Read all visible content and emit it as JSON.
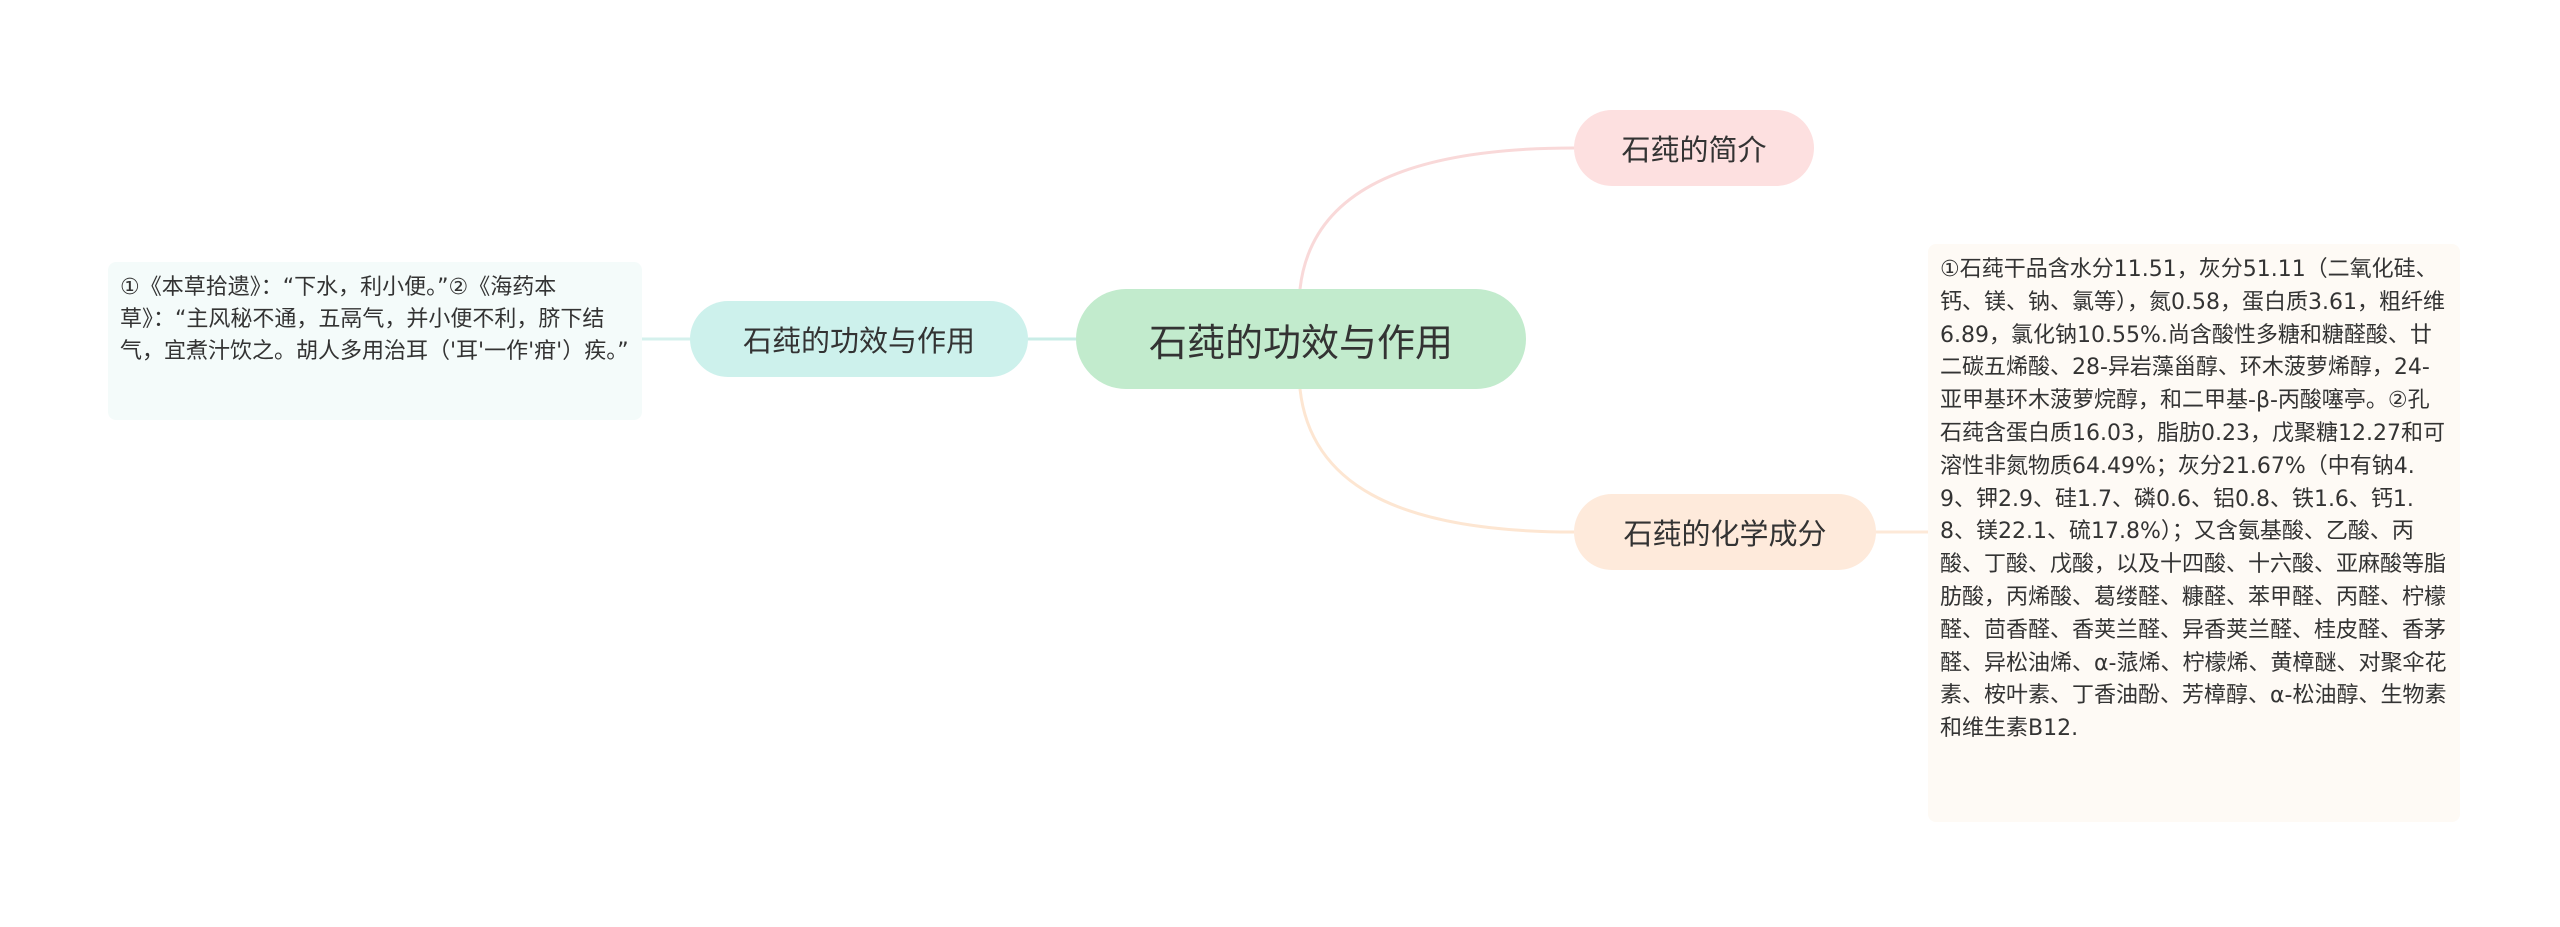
{
  "root": {
    "title": "石莼的功效与作用"
  },
  "topics": {
    "intro": "石莼的简介",
    "effect": "石莼的功效与作用",
    "chem": "石莼的化学成分"
  },
  "details": {
    "effect": "①《本草拾遗》：“下水，利小便。”②《海药本草》：“主风秘不通，五鬲气，并小便不利，脐下结气，宜煮汁饮之。胡人多用治耳（'耳'一作'疳'）疾。”",
    "chem": "①石莼干品含水分11.51，灰分51.11（二氧化硅、钙、镁、钠、氯等），氮0.58，蛋白质3.61，粗纤维6.89，氯化钠10.55%.尚含酸性多糖和糖醛酸、廿二碳五烯酸、28-异岩藻甾醇、环木菠萝烯醇，24-亚甲基环木菠萝烷醇，和二甲基-β-丙酸噻亭。②孔石莼含蛋白质16.03，脂肪0.23，戊聚糖12.27和可溶性非氮物质64.49%；灰分21.67%（中有钠4.9、钾2.9、硅1.7、磷0.6、铝0.8、铁1.6、钙1.8、镁22.1、硫17.8%）；又含氨基酸、乙酸、丙酸、丁酸、戊酸，以及十四酸、十六酸、亚麻酸等脂肪酸，丙烯酸、葛缕醛、糠醛、苯甲醛、丙醛、柠檬醛、茴香醛、香荚兰醛、异香荚兰醛、桂皮醛、香茅醛、异松油烯、α-蒎烯、柠檬烯、黄樟醚、对聚伞花素、桉叶素、丁香油酚、芳樟醇、α-松油醇、生物素和维生素B12."
  },
  "colors": {
    "root_fill": "#c2ebcd",
    "intro_fill": "#fde0e0",
    "effect_fill": "#cdf1ec",
    "chem_fill": "#feeadb",
    "effect_detail_fill": "#f4fbfa",
    "chem_detail_fill": "#fefaf5",
    "intro_branch": "#f9d9d9",
    "effect_branch": "#c9ede7",
    "chem_branch": "#fde6d2"
  }
}
